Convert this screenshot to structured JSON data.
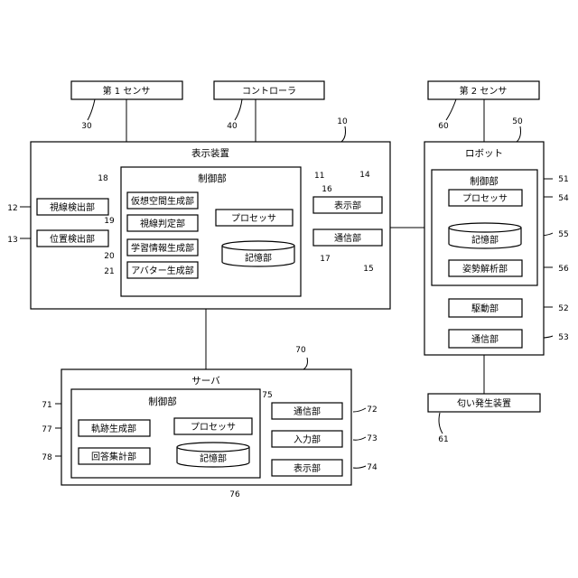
{
  "sensor1": {
    "label": "第 1 センサ",
    "ref": "30"
  },
  "controller": {
    "label": "コントローラ",
    "ref": "40"
  },
  "sensor2": {
    "label": "第 2 センサ",
    "ref": "60"
  },
  "display_device": {
    "title": "表示装置",
    "ref": "10",
    "gaze_detection": {
      "label": "視線検出部",
      "ref": "12"
    },
    "position_detection": {
      "label": "位置検出部",
      "ref": "13"
    },
    "display_unit": {
      "label": "表示部",
      "ref": "14"
    },
    "communication": {
      "label": "通信部",
      "ref": "15"
    },
    "control": {
      "title": "制御部",
      "ref": "11",
      "virtual_space": {
        "label": "仮想空間生成部",
        "ref": "18"
      },
      "gaze_judgment": {
        "label": "視線判定部",
        "ref": "19"
      },
      "learning_info": {
        "label": "学習情報生成部",
        "ref": "20"
      },
      "avatar": {
        "label": "アバター生成部",
        "ref": "21"
      },
      "processor": {
        "label": "プロセッサ",
        "ref": "16"
      },
      "storage": {
        "label": "記憶部",
        "ref": "17"
      }
    }
  },
  "robot": {
    "title": "ロボット",
    "ref": "50",
    "control": {
      "title": "制御部",
      "ref": "51",
      "processor": {
        "label": "プロセッサ",
        "ref": "54"
      },
      "storage": {
        "label": "記憶部",
        "ref": "55"
      },
      "posture": {
        "label": "姿勢解析部",
        "ref": "56"
      }
    },
    "drive": {
      "label": "駆動部",
      "ref": "52"
    },
    "communication": {
      "label": "通信部",
      "ref": "53"
    }
  },
  "smell": {
    "label": "匂い発生装置",
    "ref": "61"
  },
  "server": {
    "title": "サーバ",
    "ref": "70",
    "control": {
      "title": "制御部",
      "ref": "71",
      "trajectory": {
        "label": "軌跡生成部",
        "ref": "77"
      },
      "answer": {
        "label": "回答集計部",
        "ref": "78"
      },
      "processor": {
        "label": "プロセッサ",
        "ref": "75"
      },
      "storage": {
        "label": "記憶部",
        "ref": "76"
      }
    },
    "communication": {
      "label": "通信部",
      "ref": "72"
    },
    "input": {
      "label": "入力部",
      "ref": "73"
    },
    "display": {
      "label": "表示部",
      "ref": "74"
    }
  }
}
